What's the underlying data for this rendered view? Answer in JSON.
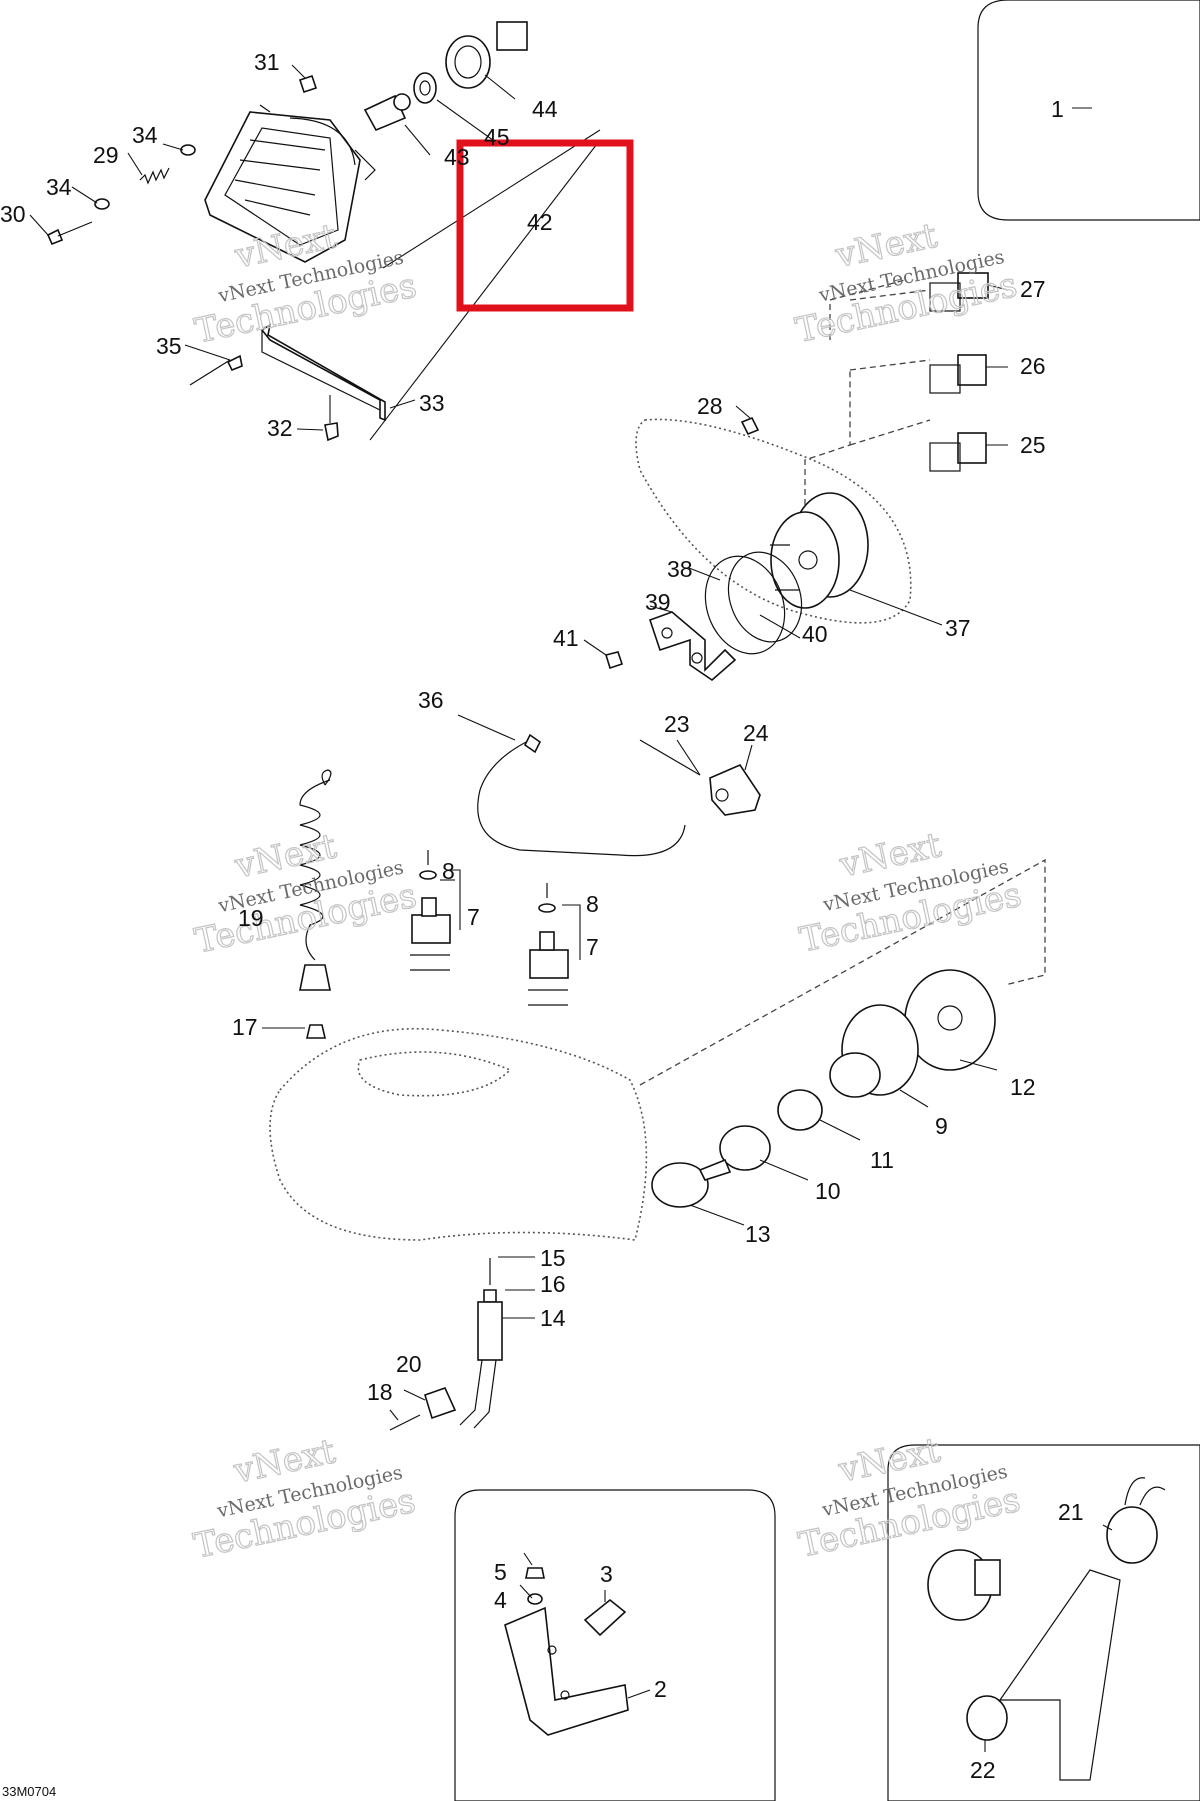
{
  "diagram": {
    "drawing_code": "33M0704",
    "watermark": {
      "line1": "vNext Technologies",
      "line2": "vNext",
      "line3": "Technologies"
    },
    "highlight_color": "#e0101c",
    "callouts": [
      "1",
      "2",
      "3",
      "4",
      "5",
      "7",
      "7",
      "8",
      "8",
      "9",
      "10",
      "11",
      "12",
      "13",
      "14",
      "15",
      "16",
      "17",
      "18",
      "19",
      "20",
      "21",
      "22",
      "23",
      "24",
      "25",
      "26",
      "27",
      "28",
      "29",
      "30",
      "31",
      "32",
      "33",
      "34",
      "34",
      "35",
      "36",
      "37",
      "38",
      "39",
      "40",
      "41",
      "42",
      "43",
      "44",
      "45"
    ]
  }
}
